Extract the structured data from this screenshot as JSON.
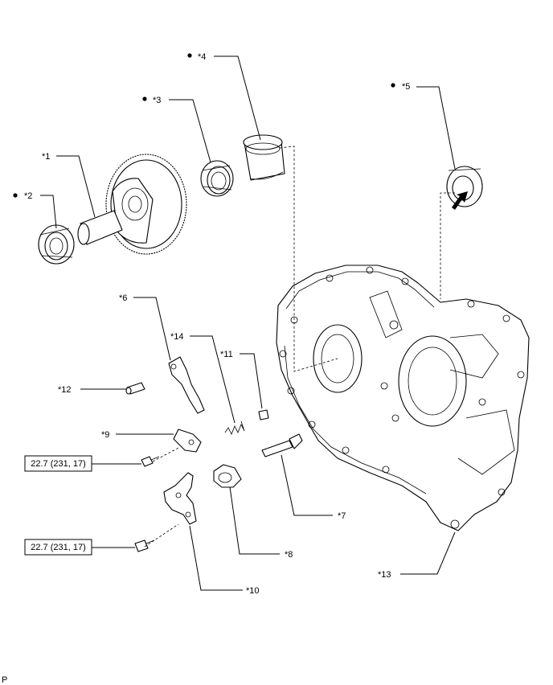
{
  "callouts": {
    "c1": "*1",
    "c2": "*2",
    "c3": "*3",
    "c4": "*4",
    "c5": "*5",
    "c6": "*6",
    "c7": "*7",
    "c8": "*8",
    "c9": "*9",
    "c10": "*10",
    "c11": "*11",
    "c12": "*12",
    "c13": "*13",
    "c14": "*14"
  },
  "torque": {
    "upper": "22.7 (231, 17)",
    "lower": "22.7 (231, 17)"
  },
  "page_mark": "P",
  "colors": {
    "line": "#000000",
    "background": "#ffffff"
  },
  "icons": {
    "bullet": "filled-dot-marker",
    "arrow": "black-direction-arrow"
  }
}
